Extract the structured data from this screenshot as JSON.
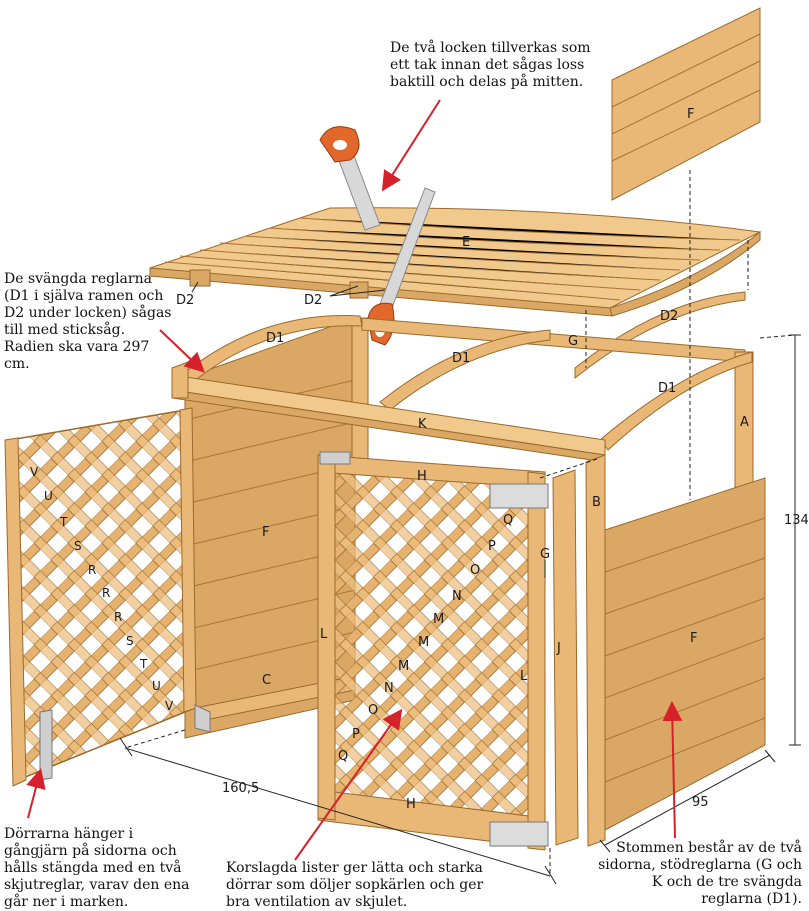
{
  "annotations": {
    "lids": "De två locken tillverkas som ett tak innan det sågas loss baktill och delas på mitten.",
    "curved_battens": "De svängda reglarna (D1 i själva ramen och D2 under locken) sågas till med sticksåg. Radien ska vara 297 cm.",
    "hinges": "Dörrarna hänger i gångjärn på sidorna och hålls stängda med en två skjutreglar, varav den ena går ner i marken.",
    "lattice": "Korslagda lister ger lätta och starka dörrar som döljer sopkärlen och ger bra ventilation av skjulet.",
    "frame": "Stommen består av de två sidorna, stödreglarna (G och K och de tre svängda reglarna (D1)."
  },
  "part_labels": {
    "A": "A",
    "B": "B",
    "C": "C",
    "D1": "D1",
    "D2": "D2",
    "E": "E",
    "F": "F",
    "G": "G",
    "H": "H",
    "J": "J",
    "K": "K",
    "L": "L",
    "M": "M",
    "N": "N",
    "O": "O",
    "P": "P",
    "Q": "Q",
    "R": "R",
    "S": "S",
    "T": "T",
    "U": "U",
    "V": "V"
  },
  "dimensions": {
    "width": "160,5",
    "depth": "95",
    "height": "134"
  },
  "colors": {
    "wood": "#e9b877",
    "wood_dark": "#dba765",
    "arrow": "#d6202a",
    "saw_handle": "#e2672a"
  }
}
